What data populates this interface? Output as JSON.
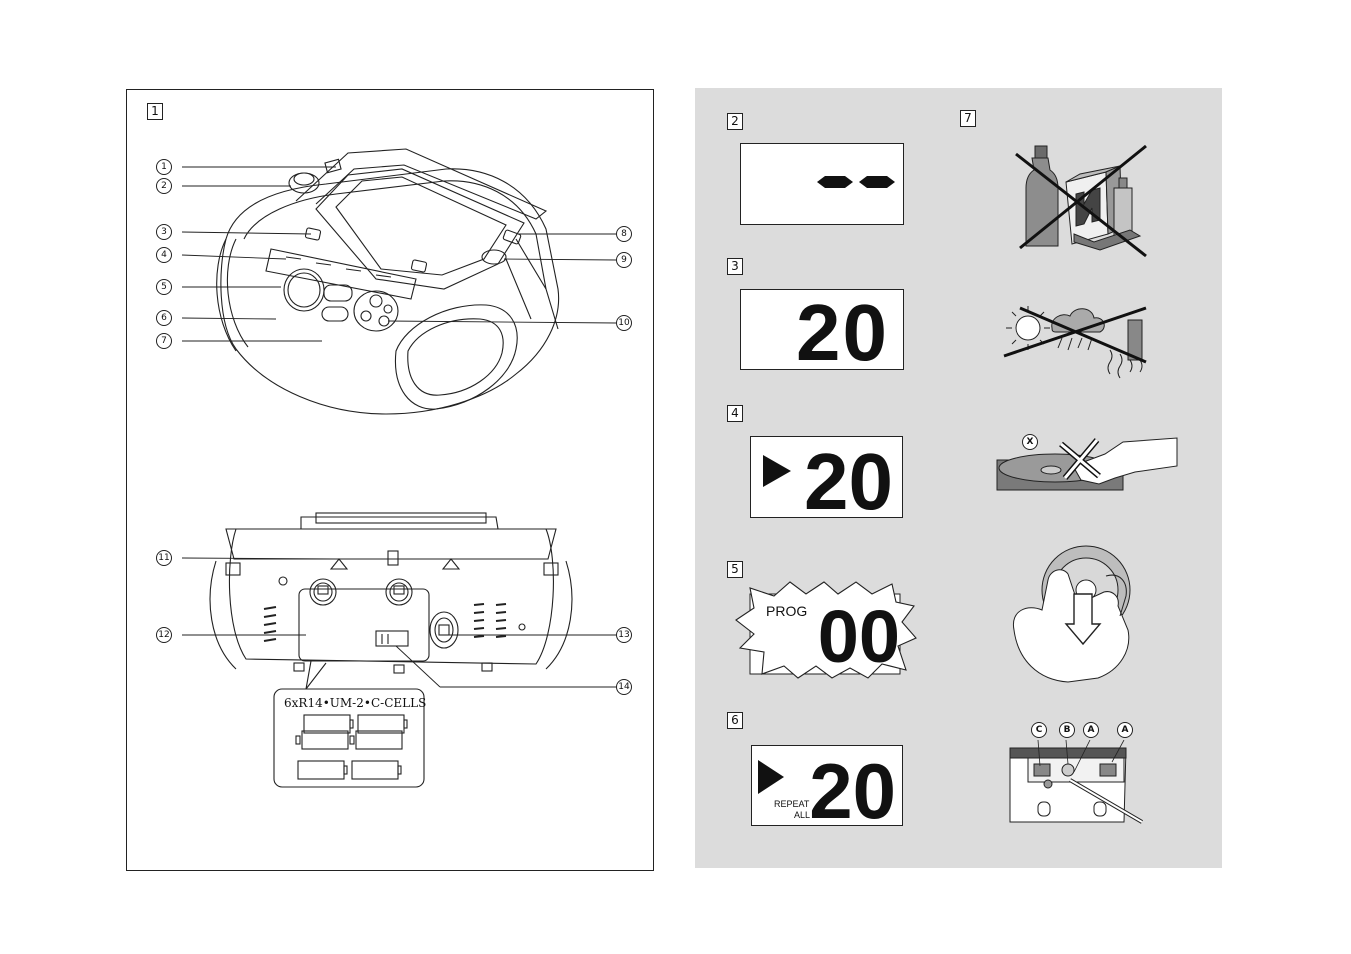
{
  "figures": {
    "fig1": "1",
    "fig2": "2",
    "fig3": "3",
    "fig4": "4",
    "fig5": "5",
    "fig6": "6",
    "fig7": "7"
  },
  "callouts": [
    "1",
    "2",
    "3",
    "4",
    "5",
    "6",
    "7",
    "8",
    "9",
    "10",
    "11",
    "12",
    "13",
    "14"
  ],
  "battery_label": "6xR14•UM-2•C-CELLS",
  "displays": {
    "fig3_digits": "20",
    "fig4_digits": "20",
    "fig5_prog": "PROG",
    "fig5_digits": "00",
    "fig6_digits": "20",
    "fig6_repeat": "REPEAT",
    "fig6_all": "ALL"
  },
  "disc_markers": {
    "x": "X",
    "c": "C",
    "b": "B",
    "a1": "A",
    "a2": "A"
  }
}
